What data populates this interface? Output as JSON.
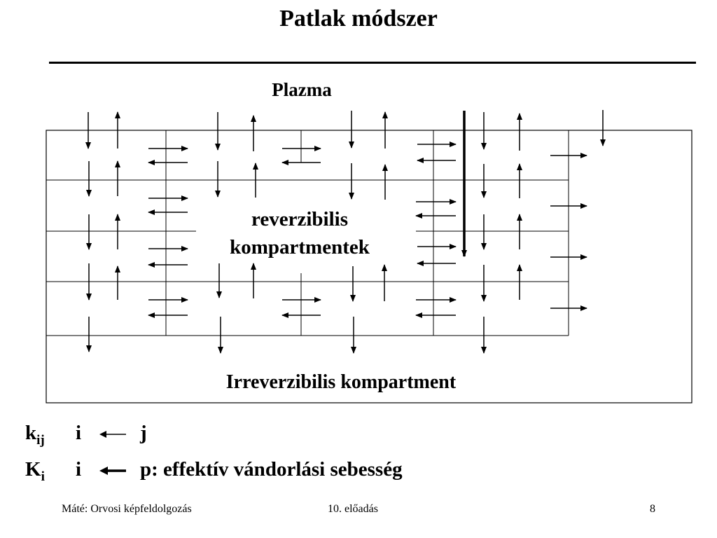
{
  "slide": {
    "title": "Patlak módszer"
  },
  "diagram": {
    "plasma_label": "Plazma",
    "reversible_label_line1": "reverzibilis",
    "reversible_label_line2": "kompartmentek",
    "irreversible_label": "Irreverzibilis kompartment"
  },
  "legend": {
    "row1": {
      "symbol": "k",
      "subscript": "ij",
      "from": "i",
      "to": "j"
    },
    "row2": {
      "symbol": "K",
      "subscript": "i",
      "from": "i",
      "description": "p:  effektív vándorlási sebesség"
    }
  },
  "footer": {
    "left": "Máté: Orvosi képfeldolgozás",
    "center": "10. előadás",
    "page": "8"
  }
}
